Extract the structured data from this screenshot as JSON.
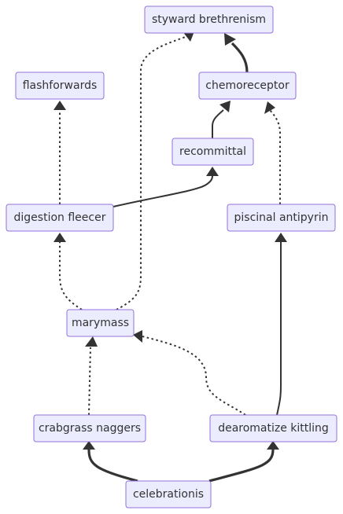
{
  "nodes": {
    "styward": "styward brethrenism",
    "flashforwards": "flashforwards",
    "chemoreceptor": "chemoreceptor",
    "recommittal": "recommittal",
    "digestion": "digestion fleecer",
    "piscinal": "piscinal antipyrin",
    "marymass": "marymass",
    "crabgrass": "crabgrass naggers",
    "dearomatize": "dearomatize kittling",
    "celebrationis": "celebrationis"
  },
  "edges": [
    {
      "from": "celebrationis",
      "to": "crabgrass naggers",
      "style": "thick"
    },
    {
      "from": "celebrationis",
      "to": "dearomatize kittling",
      "style": "thick"
    },
    {
      "from": "crabgrass naggers",
      "to": "marymass",
      "style": "dotted"
    },
    {
      "from": "dearomatize kittling",
      "to": "marymass",
      "style": "dotted"
    },
    {
      "from": "dearomatize kittling",
      "to": "piscinal antipyrin",
      "style": "solid"
    },
    {
      "from": "marymass",
      "to": "digestion fleecer",
      "style": "dotted"
    },
    {
      "from": "marymass",
      "to": "styward brethrenism",
      "style": "dotted"
    },
    {
      "from": "digestion fleecer",
      "to": "flashforwards",
      "style": "dotted"
    },
    {
      "from": "digestion fleecer",
      "to": "recommittal",
      "style": "solid"
    },
    {
      "from": "piscinal antipyrin",
      "to": "chemoreceptor",
      "style": "dotted"
    },
    {
      "from": "recommittal",
      "to": "chemoreceptor",
      "style": "solid"
    },
    {
      "from": "chemoreceptor",
      "to": "styward brethrenism",
      "style": "thick"
    }
  ],
  "colors": {
    "node_fill": "#ECECFF",
    "node_stroke": "#9370DB",
    "edge": "#333333",
    "text": "#333333"
  }
}
